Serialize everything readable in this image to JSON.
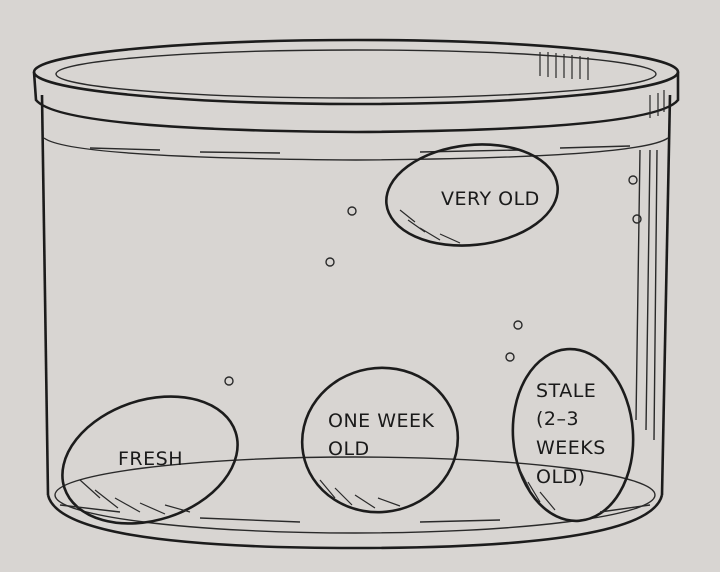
{
  "diagram": {
    "labels": {
      "very_old": "VERY OLD",
      "fresh": "FRESH",
      "one_week": [
        "ONE WEEK",
        "OLD"
      ],
      "stale": [
        "STALE",
        "(2–3",
        "WEEKS",
        "OLD)"
      ]
    },
    "colors": {
      "paper": "#d8d5d2",
      "ink": "#1c1c1c",
      "egg": "#dedbd8"
    }
  }
}
